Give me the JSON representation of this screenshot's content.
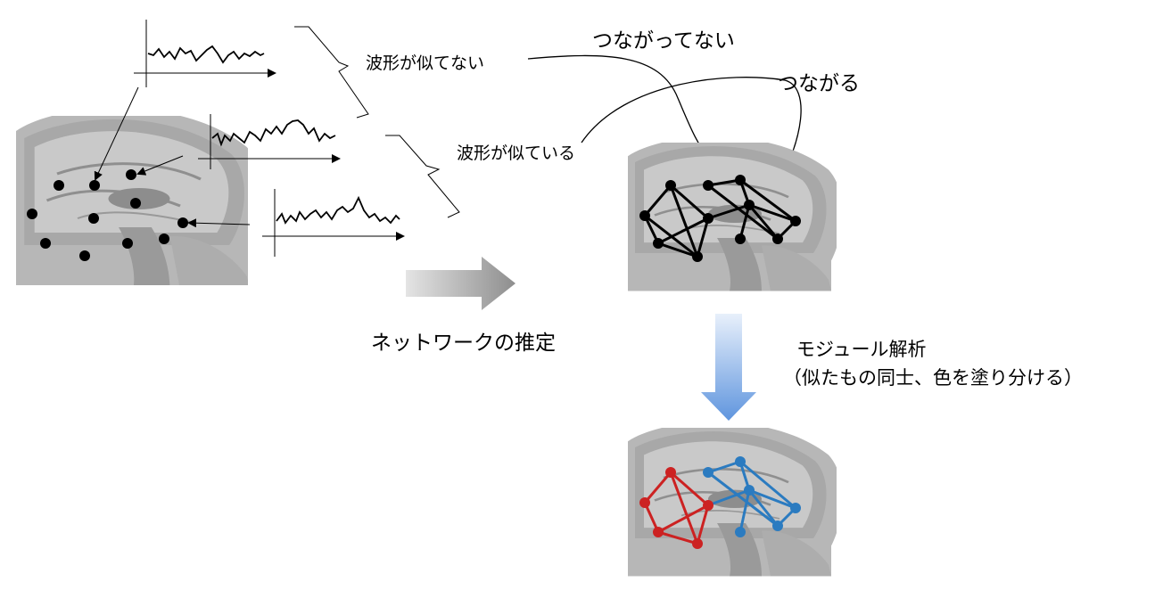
{
  "labels": {
    "dissimilar": "波形が似てない",
    "similar": "波形が似ている",
    "not_connected": "つながってない",
    "connected": "つながる",
    "network_estimation": "ネットワークの推定",
    "module_analysis": "モジュール解析",
    "module_note": "（似たもの同士、色を塗り分ける）"
  },
  "colors": {
    "node": "#000000",
    "module_red": "#cc2222",
    "module_blue": "#2b7bc0",
    "gray_arrow": "#999999",
    "blue_arrow": "#6a9ee2",
    "brain": "#b9b9b9"
  }
}
